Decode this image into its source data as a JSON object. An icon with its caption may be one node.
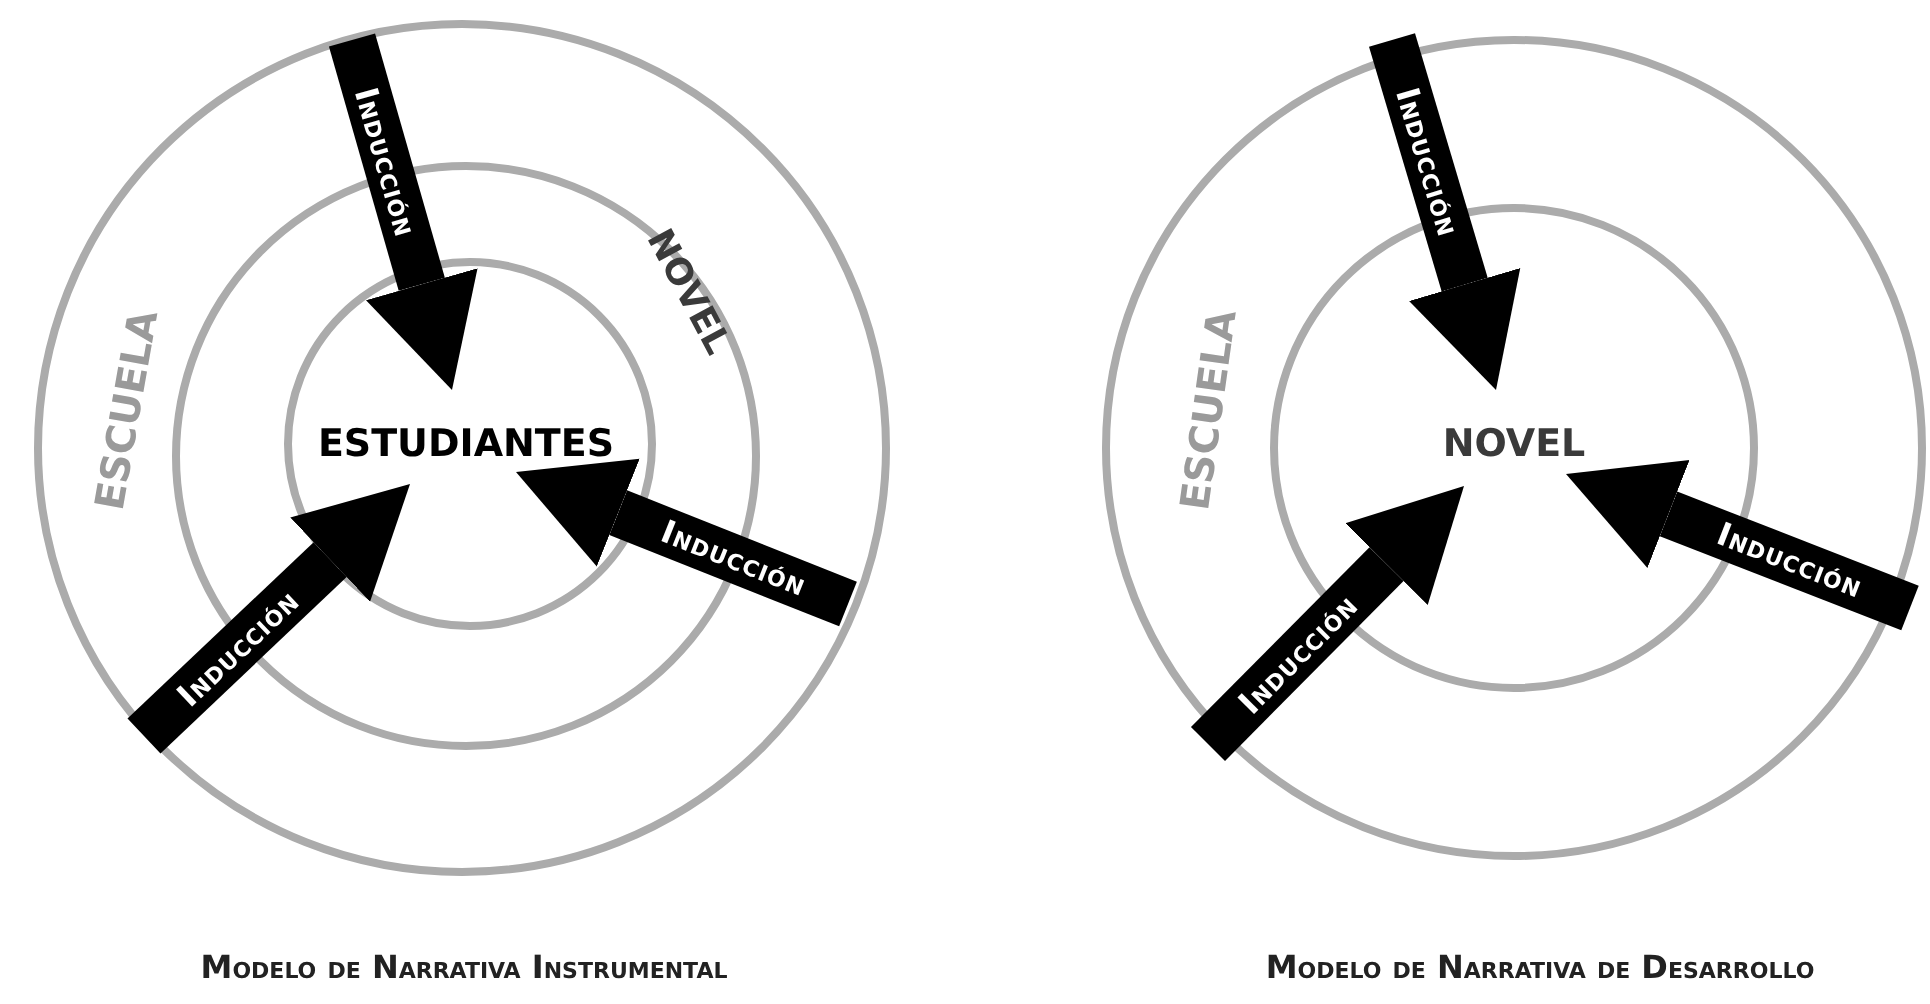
{
  "diagram": {
    "nodes": [
      {
        "text": [
          "ESCUELA"
        ]
      },
      {
        "text": [
          "NOVEL"
        ],
        "in": 0
      },
      {
        "text": [
          "ESTUDIANTES"
        ],
        "in": 1
      },
      {
        "text": [
          "ESCUELA"
        ]
      },
      {
        "text": [
          "NOVEL"
        ],
        "in": 3
      }
    ],
    "edges": [
      {
        "from": null,
        "to": 2,
        "arrow": "to",
        "label": "Inducción"
      },
      {
        "from": null,
        "to": 2,
        "arrow": "to",
        "label": "Inducción"
      },
      {
        "from": null,
        "to": 2,
        "arrow": "to",
        "label": "Inducción"
      },
      {
        "from": null,
        "to": 4,
        "arrow": "to",
        "label": "Inducción"
      },
      {
        "from": null,
        "to": 4,
        "arrow": "to",
        "label": "Inducción"
      },
      {
        "from": null,
        "to": 4,
        "arrow": "to",
        "label": "Inducción"
      }
    ],
    "labels": [
      "Modelo de Narrativa Instrumental",
      "Modelo de Narrativa de Desarrollo"
    ]
  }
}
